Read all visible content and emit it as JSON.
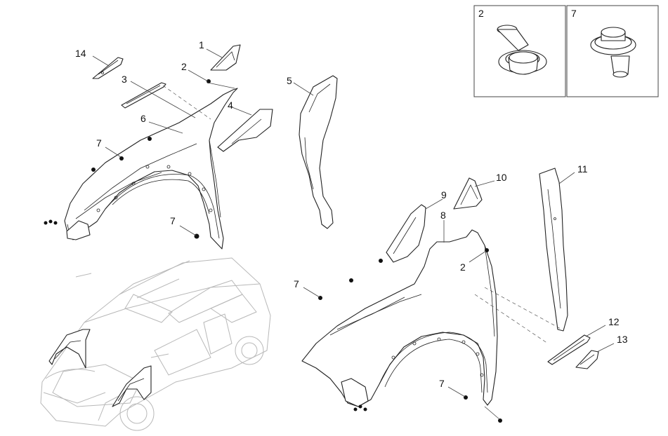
{
  "callouts": {
    "c1": "1",
    "c2a": "2",
    "c3": "3",
    "c4": "4",
    "c5": "5",
    "c6": "6",
    "c7a": "7",
    "c7b": "7",
    "c14": "14",
    "c9": "9",
    "c10": "10",
    "c11": "11",
    "c8": "8",
    "c2b": "2",
    "c7c": "7",
    "c12": "12",
    "c13": "13",
    "c7d": "7"
  },
  "insets": {
    "left_label": "2",
    "right_label": "7"
  },
  "colors": {
    "line": "#222222",
    "vehicle_outline": "#b8b8b8",
    "clip_fill": "#111111"
  }
}
